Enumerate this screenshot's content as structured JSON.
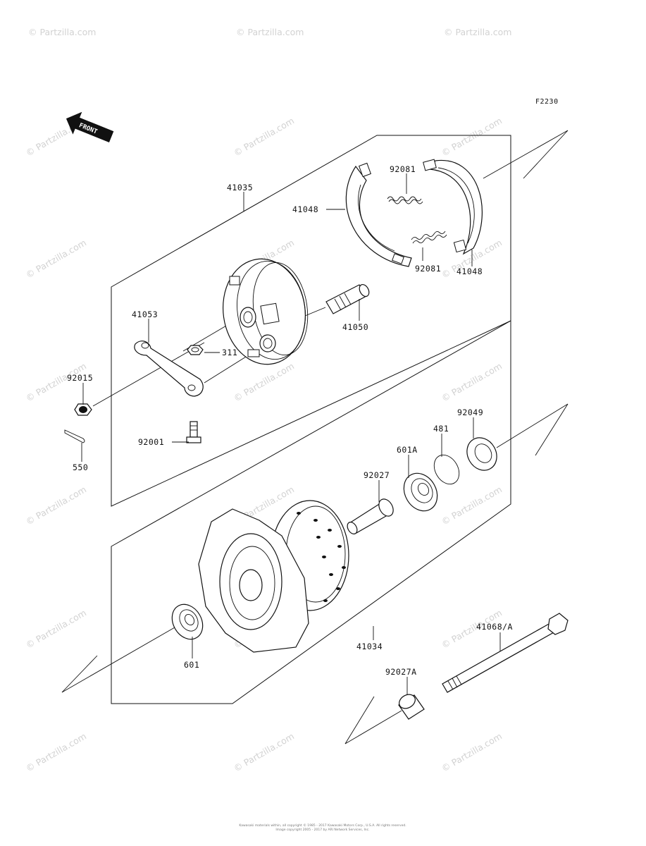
{
  "diagram": {
    "code": "F2230",
    "front_label": "FRONT",
    "watermark": "© Partzilla.com",
    "footer_line1": "Kawasaki materials within, all copyright © 1985 - 2017 Kawasaki Motors Corp., U.S.A. All rights reserved.",
    "footer_line2": "Image copyright 2005 - 2017 by ARI Network Services, Inc."
  },
  "parts": {
    "p41035": "41035",
    "p41048_top": "41048",
    "p41048_bottom": "41048",
    "p92081_top": "92081",
    "p92081_bottom": "92081",
    "p41053": "41053",
    "p311": "311",
    "p41050": "41050",
    "p92015": "92015",
    "p92001": "92001",
    "p550": "550",
    "p92049": "92049",
    "p481": "481",
    "p601A": "601A",
    "p92027": "92027",
    "p41034": "41034",
    "p601": "601",
    "p41068A": "41068/A",
    "p92027A": "92027A"
  }
}
